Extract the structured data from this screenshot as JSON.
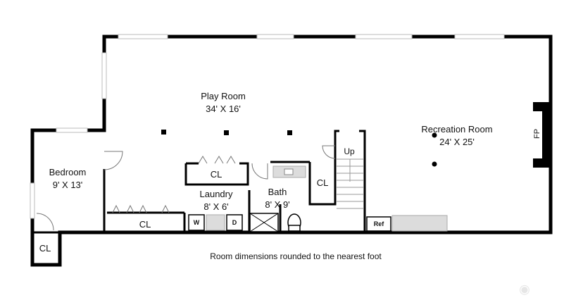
{
  "rooms": {
    "play_room": {
      "name": "Play Room",
      "dims": "34' X 16'"
    },
    "recreation_room": {
      "name": "Recreation Room",
      "dims": "24' X 25'"
    },
    "bedroom": {
      "name": "Bedroom",
      "dims": "9' X 13'"
    },
    "laundry": {
      "name": "Laundry",
      "dims": "8' X 6'"
    },
    "bath": {
      "name": "Bath",
      "dims": "8' X 9'"
    }
  },
  "closets": {
    "laundry_cl": "CL",
    "stair_cl": "CL",
    "long_cl": "CL",
    "bedroom_cl": "CL"
  },
  "stairs_label": "Up",
  "fireplace_label": "FP",
  "appliances": {
    "washer": "W",
    "dryer": "D",
    "fridge": "Ref"
  },
  "caption": "Room dimensions rounded to the nearest foot",
  "watermark_icon": "camera-logo-icon",
  "colors": {
    "wall": "#000000",
    "window": "#c8c8c8",
    "fixture": "#d9d9d9"
  }
}
